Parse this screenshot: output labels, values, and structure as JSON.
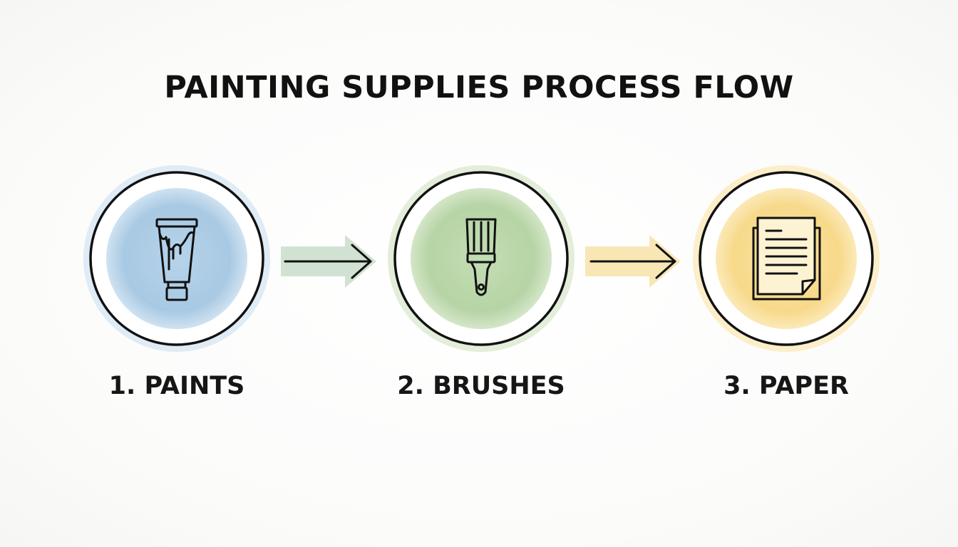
{
  "title": "PAINTING SUPPLIES PROCESS FLOW",
  "steps": [
    {
      "label": "1. PAINTS",
      "icon": "paint-tube-icon",
      "color": "#a9cbe4"
    },
    {
      "label": "2. BRUSHES",
      "icon": "paintbrush-icon",
      "color": "#b9d6a8"
    },
    {
      "label": "3. PAPER",
      "icon": "paper-sheets-icon",
      "color": "#f6dc8c"
    }
  ],
  "arrows": [
    {
      "color": "#c8dcc8"
    },
    {
      "color": "#f6e2a6"
    }
  ]
}
